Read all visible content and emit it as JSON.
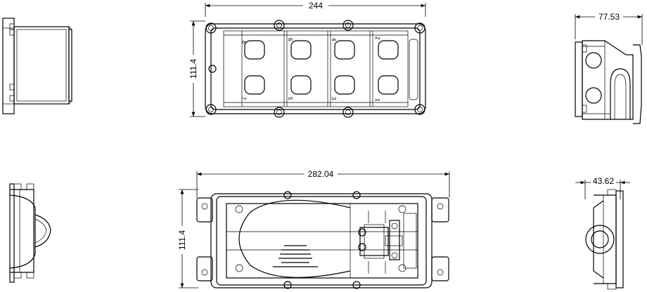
{
  "drawing": {
    "top_view": {
      "width_dim": "244",
      "height_dim": "111.4",
      "port_numbers": [
        "8",
        "6",
        "4",
        "2",
        "7",
        "5",
        "3",
        "1"
      ]
    },
    "side_view_right_top": {
      "depth_dim": "77.53"
    },
    "bottom_view": {
      "width_dim": "282.04",
      "height_dim": "111.4"
    },
    "side_view_right_bottom": {
      "depth_dim": "43.62"
    }
  }
}
